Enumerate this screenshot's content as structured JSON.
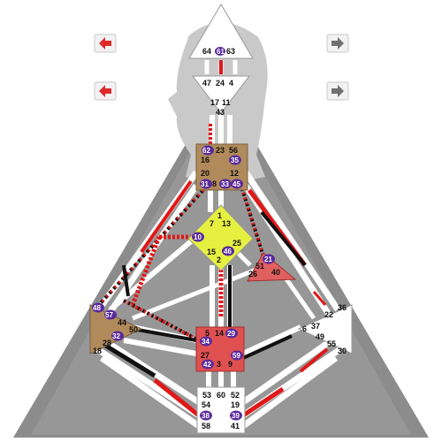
{
  "colors": {
    "background": "#ffffff",
    "body_gray": "#8c8c8c",
    "silhouette": "#c8c8c8",
    "channel_red": "#e01818",
    "channel_black": "#111111",
    "channel_white": "#ffffff",
    "highlight_purple": "#5a2a9a",
    "g_center": "#e6f040",
    "tan_center": "#b08a5a",
    "red_center": "#e05050"
  },
  "nav": {
    "left_top_icon": "arrow-left-icon",
    "left_bottom_icon": "arrow-left-icon",
    "right_top_icon": "arrow-right-icon",
    "right_bottom_icon": "arrow-right-icon"
  },
  "centers": {
    "head": {
      "color": "white",
      "gates": [
        "64",
        "61",
        "63"
      ],
      "highlighted": [
        "61"
      ]
    },
    "ajna": {
      "color": "white",
      "gates": [
        "47",
        "24",
        "4",
        "17",
        "11",
        "43"
      ],
      "highlighted": []
    },
    "throat": {
      "color": "tan",
      "gates": [
        "62",
        "23",
        "56",
        "16",
        "35",
        "12",
        "20",
        "31",
        "8",
        "33",
        "45"
      ],
      "highlighted": [
        "62",
        "35",
        "31",
        "33",
        "45"
      ]
    },
    "g": {
      "color": "yellow",
      "gates": [
        "1",
        "7",
        "13",
        "10",
        "25",
        "15",
        "46",
        "2"
      ],
      "highlighted": [
        "10",
        "46"
      ]
    },
    "heart": {
      "color": "red",
      "gates": [
        "21",
        "51",
        "26",
        "40"
      ],
      "highlighted": [
        "21"
      ]
    },
    "spleen": {
      "color": "tan",
      "gates": [
        "48",
        "57",
        "44",
        "50",
        "32",
        "28",
        "18"
      ],
      "highlighted": [
        "48",
        "57",
        "32"
      ]
    },
    "sacral": {
      "color": "red",
      "gates": [
        "5",
        "14",
        "29",
        "34",
        "27",
        "59",
        "42",
        "3",
        "9"
      ],
      "highlighted": [
        "29",
        "34",
        "59",
        "42"
      ]
    },
    "solar_plexus": {
      "color": "white",
      "gates": [
        "36",
        "22",
        "6",
        "37",
        "49",
        "55",
        "30"
      ],
      "highlighted": []
    },
    "root": {
      "color": "white",
      "gates": [
        "53",
        "60",
        "52",
        "54",
        "19",
        "38",
        "39",
        "58",
        "41"
      ],
      "highlighted": [
        "38",
        "39"
      ]
    }
  }
}
